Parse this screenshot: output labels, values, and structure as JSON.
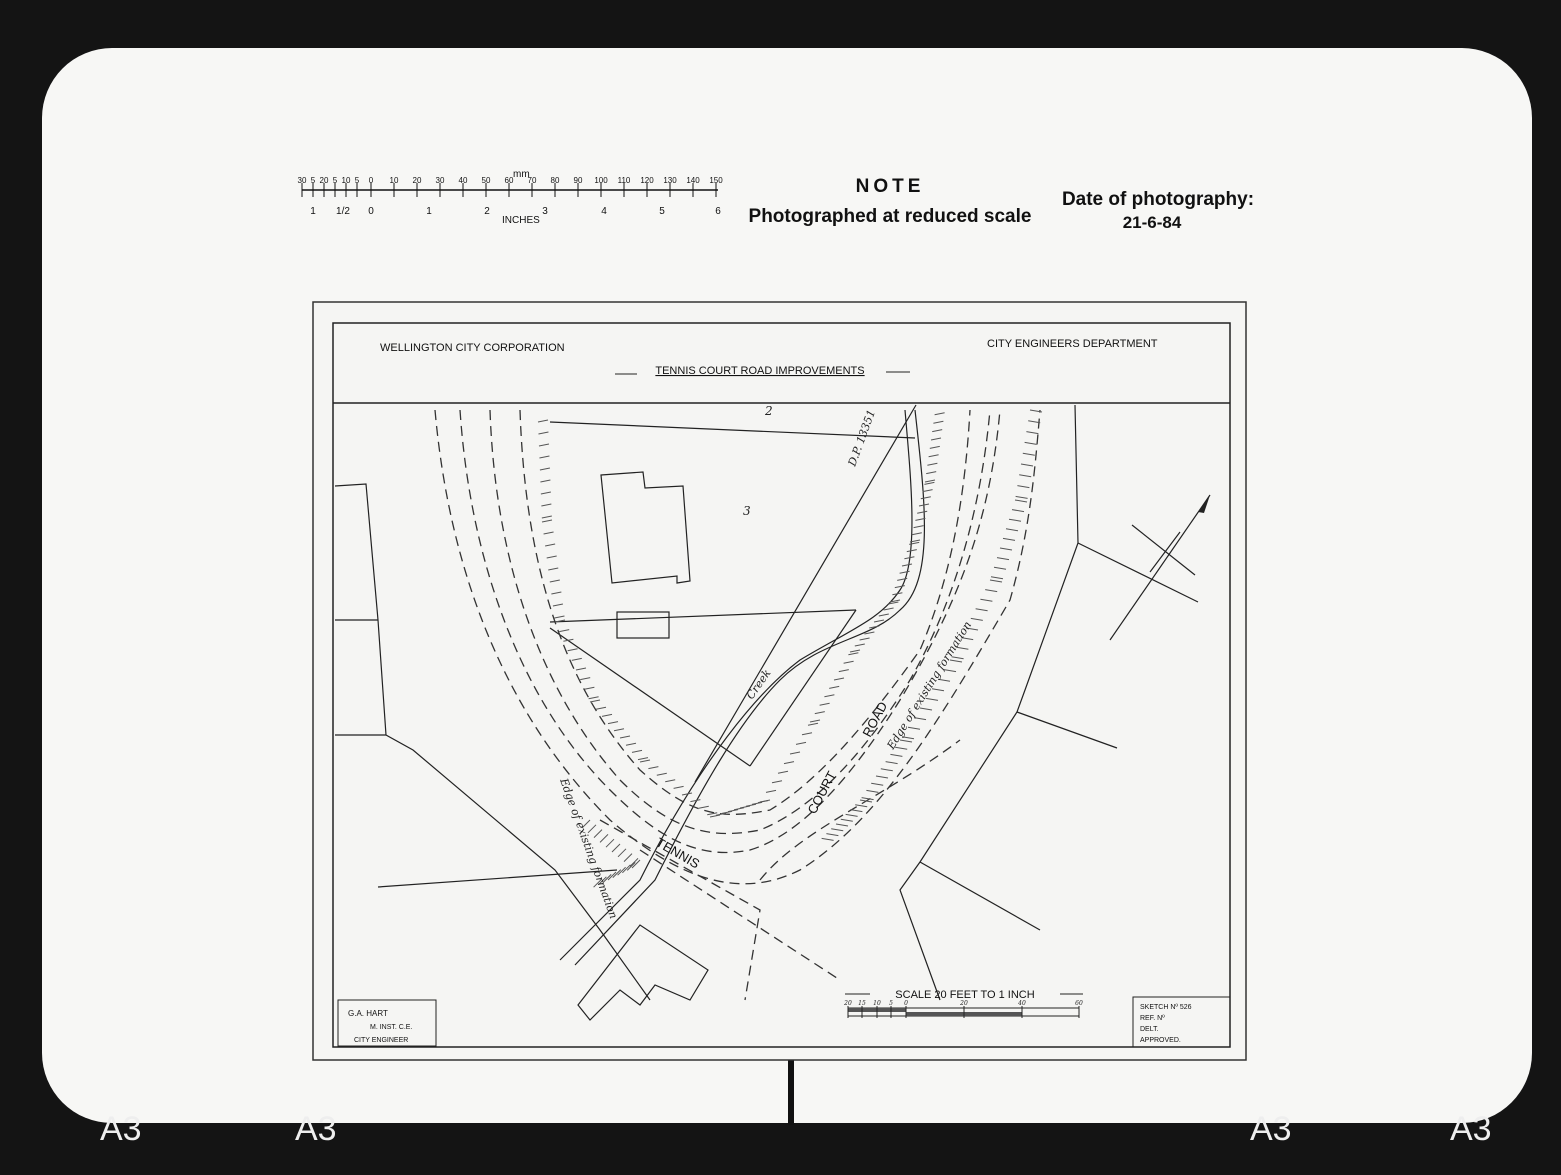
{
  "ruler": {
    "mm_label": "mm",
    "mm_ticks": [
      "30",
      "5",
      "20",
      "5",
      "10",
      "5",
      "0",
      "10",
      "20",
      "30",
      "40",
      "50",
      "60",
      "70",
      "80",
      "90",
      "100",
      "110",
      "120",
      "130",
      "140",
      "150"
    ],
    "inch_ticks": [
      "1",
      "1/2",
      "0",
      "1",
      "2",
      "3",
      "4",
      "5",
      "6"
    ],
    "inch_label": "INCHES"
  },
  "note": {
    "heading": "NOTE",
    "text": "Photographed at reduced scale"
  },
  "photo_date": {
    "label": "Date of photography:",
    "value": "21-6-84"
  },
  "sheet": {
    "organisation": "WELLINGTON CITY CORPORATION",
    "department": "CITY ENGINEERS DEPARTMENT",
    "title": "TENNIS COURT ROAD IMPROVEMENTS",
    "engineer": [
      "G.A. HART",
      "M. INST. C.E.",
      "CITY ENGINEER"
    ],
    "scale_title": "SCALE 20 FEET TO 1 INCH",
    "scale_ticks": [
      "20",
      "15",
      "10",
      "5",
      "0",
      "20",
      "40",
      "60"
    ],
    "sketch_info": [
      "SKETCH Nº 526",
      "REF. Nº",
      "DELT.",
      "APPROVED."
    ]
  },
  "map_labels": {
    "road_1": "TENNIS",
    "road_2": "COURT",
    "road_3": "ROAD",
    "lot_2": "2",
    "lot_3": "3",
    "dp": "D.P. 13351",
    "creek": "Creek",
    "edge_1": "Edge of existing formation",
    "edge_2": "Edge of existing formation"
  },
  "frame_marks": [
    "A3",
    "A3",
    "A3",
    "A3"
  ],
  "colors": {
    "paper": "#f7f7f5",
    "frame": "#111111",
    "ink": "#222222"
  }
}
